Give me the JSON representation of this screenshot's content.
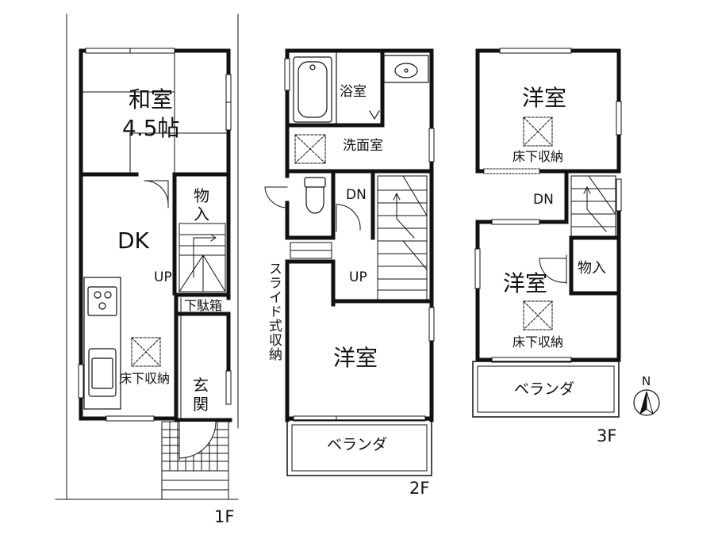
{
  "floor_1": {
    "label": "1F",
    "rooms": {
      "washitsu": "和室",
      "washitsu_size": "4.5帖",
      "dk": "DK",
      "monoire": "物入",
      "up": "UP",
      "getabako": "下駄箱",
      "genkan": "玄関",
      "yukashita": "床下収納"
    }
  },
  "floor_2": {
    "label": "2F",
    "rooms": {
      "yokushitsu": "浴室",
      "senmenshitsu": "洗面室",
      "dn": "DN",
      "up": "UP",
      "slide_storage": "スライド式収納",
      "youshitsu": "洋室",
      "veranda": "ベランダ"
    }
  },
  "floor_3": {
    "label": "3F",
    "rooms": {
      "youshitsu_top": "洋室",
      "yukashita_top": "床下収納",
      "dn": "DN",
      "youshitsu_bottom": "洋室",
      "monoire": "物入",
      "yukashita_bottom": "床下収納",
      "veranda": "ベランダ"
    }
  },
  "compass": {
    "label": "N"
  }
}
